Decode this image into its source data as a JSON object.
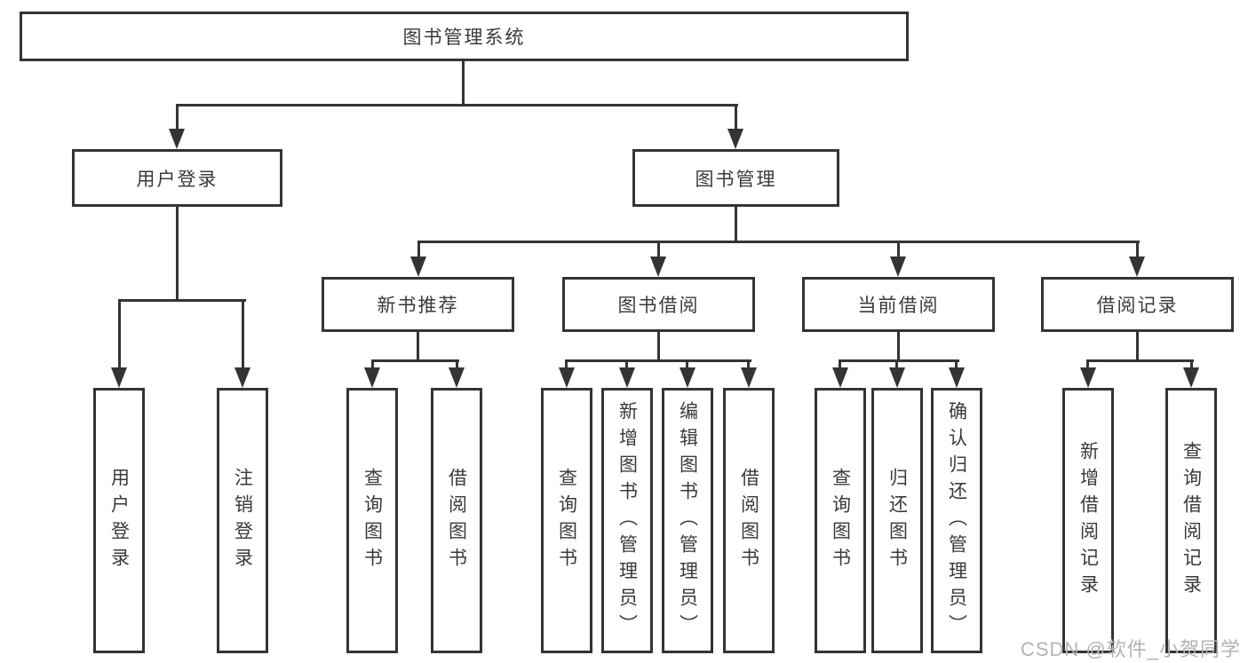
{
  "diagram": {
    "root": {
      "label": "图书管理系统"
    },
    "branches": [
      {
        "label": "用户登录",
        "children": [
          {
            "label": "用户登录"
          },
          {
            "label": "注销登录"
          }
        ]
      },
      {
        "label": "图书管理",
        "children": [
          {
            "label": "新书推荐",
            "children": [
              {
                "label": "查询图书"
              },
              {
                "label": "借阅图书"
              }
            ]
          },
          {
            "label": "图书借阅",
            "children": [
              {
                "label": "查询图书"
              },
              {
                "label": "新增图书（管理员）"
              },
              {
                "label": "编辑图书（管理员）"
              },
              {
                "label": "借阅图书"
              }
            ]
          },
          {
            "label": "当前借阅",
            "children": [
              {
                "label": "查询图书"
              },
              {
                "label": "归还图书"
              },
              {
                "label": "确认归还（管理员）"
              }
            ]
          },
          {
            "label": "借阅记录",
            "children": [
              {
                "label": "新增借阅记录"
              },
              {
                "label": "查询借阅记录"
              }
            ]
          }
        ]
      }
    ]
  },
  "watermark": {
    "text": "CSDN @软件_小贺同学"
  },
  "colors": {
    "line": "#343434",
    "text": "#3a3a3a",
    "background": "#ffffff",
    "watermark": "#b3b3b3"
  }
}
